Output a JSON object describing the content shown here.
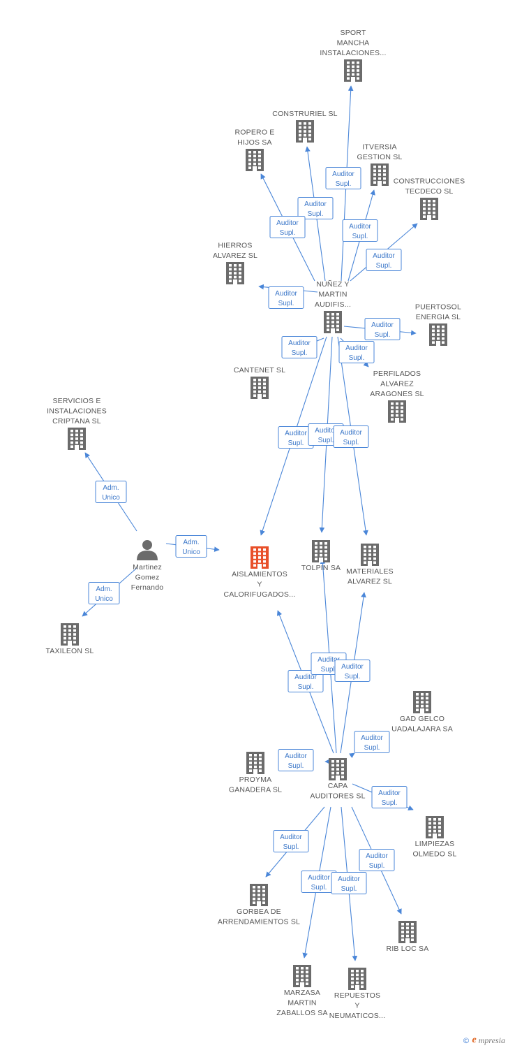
{
  "diagram": {
    "colors": {
      "edge": "#4a86d8",
      "building": "#6b6b6b",
      "focus_building": "#e8502a",
      "person": "#6b6b6b",
      "label": "#555555"
    },
    "nodes": [
      {
        "id": "sport",
        "kind": "company",
        "label": [
          "SPORT",
          "MANCHA",
          "INSTALACIONES..."
        ]
      },
      {
        "id": "construriel",
        "kind": "company",
        "label": [
          "CONSTRURIEL SL"
        ]
      },
      {
        "id": "ropero",
        "kind": "company",
        "label": [
          "ROPERO E",
          "HIJOS SA"
        ]
      },
      {
        "id": "itversia",
        "kind": "company",
        "label": [
          "ITVERSIA",
          "GESTION  SL"
        ]
      },
      {
        "id": "tecdeco",
        "kind": "company",
        "label": [
          "CONSTRUCCIONES",
          "TECDECO SL"
        ]
      },
      {
        "id": "hierros",
        "kind": "company",
        "label": [
          "HIERROS",
          "ALVAREZ SL"
        ]
      },
      {
        "id": "nunez",
        "kind": "company",
        "label": [
          "NUÑEZ Y",
          "MARTIN",
          "AUDIFIS..."
        ]
      },
      {
        "id": "puertosol",
        "kind": "company",
        "label": [
          "PUERTOSOL",
          "ENERGIA SL"
        ]
      },
      {
        "id": "cantenet",
        "kind": "company",
        "label": [
          "CANTENET SL"
        ]
      },
      {
        "id": "perfilados",
        "kind": "company",
        "label": [
          "PERFILADOS",
          "ALVAREZ",
          "ARAGONES SL"
        ]
      },
      {
        "id": "servicios",
        "kind": "company",
        "label": [
          "SERVICIOS E",
          "INSTALACIONES",
          "CRIPTANA SL"
        ]
      },
      {
        "id": "martinez",
        "kind": "person",
        "label": [
          "Martinez",
          "Gomez",
          "Fernando"
        ]
      },
      {
        "id": "aislamientos",
        "kind": "focus",
        "label": [
          "AISLAMIENTOS",
          "Y",
          "CALORIFUGADOS..."
        ]
      },
      {
        "id": "tolpin",
        "kind": "company",
        "label": [
          "TOLPIN SA"
        ]
      },
      {
        "id": "materiales",
        "kind": "company",
        "label": [
          "MATERIALES",
          "ALVAREZ SL"
        ]
      },
      {
        "id": "taxileon",
        "kind": "company",
        "label": [
          "TAXILEON SL"
        ]
      },
      {
        "id": "gadgelco",
        "kind": "company",
        "label": [
          "GAD GELCO",
          "UADALAJARA SA"
        ]
      },
      {
        "id": "proyma",
        "kind": "company",
        "label": [
          "PROYMA",
          "GANADERA SL"
        ]
      },
      {
        "id": "capa",
        "kind": "company",
        "label": [
          "CAPA",
          "AUDITORES  SL"
        ]
      },
      {
        "id": "limpiezas",
        "kind": "company",
        "label": [
          "LIMPIEZAS",
          "OLMEDO SL"
        ]
      },
      {
        "id": "gorbea",
        "kind": "company",
        "label": [
          "GORBEA DE",
          "ARRENDAMIENTOS SL"
        ]
      },
      {
        "id": "ribloc",
        "kind": "company",
        "label": [
          "RIB LOC SA"
        ]
      },
      {
        "id": "marzasa",
        "kind": "company",
        "label": [
          "MARZASA",
          "MARTIN",
          "ZABALLOS SA"
        ]
      },
      {
        "id": "repuestos",
        "kind": "company",
        "label": [
          "REPUESTOS",
          "Y",
          "NEUMATICOS..."
        ]
      }
    ],
    "edges": [
      {
        "from": "nunez",
        "to": "sport",
        "role": [
          "Auditor",
          "Supl."
        ]
      },
      {
        "from": "nunez",
        "to": "construriel",
        "role": [
          "Auditor",
          "Supl."
        ]
      },
      {
        "from": "nunez",
        "to": "ropero",
        "role": [
          "Auditor",
          "Supl."
        ]
      },
      {
        "from": "nunez",
        "to": "itversia",
        "role": [
          "Auditor",
          "Supl."
        ]
      },
      {
        "from": "nunez",
        "to": "tecdeco",
        "role": [
          "Auditor",
          "Supl."
        ]
      },
      {
        "from": "nunez",
        "to": "hierros",
        "role": [
          "Auditor",
          "Supl."
        ]
      },
      {
        "from": "nunez",
        "to": "puertosol",
        "role": [
          "Auditor",
          "Supl."
        ]
      },
      {
        "from": "nunez",
        "to": "cantenet",
        "role": [
          "Auditor",
          "Supl."
        ]
      },
      {
        "from": "nunez",
        "to": "perfilados",
        "role": [
          "Auditor",
          "Supl."
        ]
      },
      {
        "from": "nunez",
        "to": "aislamientos",
        "role": [
          "Auditor",
          "Supl."
        ]
      },
      {
        "from": "nunez",
        "to": "tolpin",
        "role": [
          "Auditor",
          "Supl."
        ]
      },
      {
        "from": "nunez",
        "to": "materiales",
        "role": [
          "Auditor",
          "Supl."
        ]
      },
      {
        "from": "martinez",
        "to": "servicios",
        "role": [
          "Adm.",
          "Unico"
        ]
      },
      {
        "from": "martinez",
        "to": "aislamientos",
        "role": [
          "Adm.",
          "Unico"
        ]
      },
      {
        "from": "martinez",
        "to": "taxileon",
        "role": [
          "Adm.",
          "Unico"
        ]
      },
      {
        "from": "capa",
        "to": "aislamientos",
        "role": [
          "Auditor",
          "Supl."
        ]
      },
      {
        "from": "capa",
        "to": "tolpin",
        "role": [
          "Auditor",
          "Supl."
        ]
      },
      {
        "from": "capa",
        "to": "materiales",
        "role": [
          "Auditor",
          "Supl."
        ]
      },
      {
        "from": "capa",
        "to": "gadgelco",
        "role": [
          "Auditor",
          "Supl."
        ]
      },
      {
        "from": "capa",
        "to": "proyma",
        "role": [
          "Auditor",
          "Supl."
        ]
      },
      {
        "from": "capa",
        "to": "limpiezas",
        "role": [
          "Auditor",
          "Supl."
        ]
      },
      {
        "from": "capa",
        "to": "gorbea",
        "role": [
          "Auditor",
          "Supl."
        ]
      },
      {
        "from": "capa",
        "to": "ribloc",
        "role": [
          "Auditor",
          "Supl."
        ]
      },
      {
        "from": "capa",
        "to": "marzasa",
        "role": [
          "Auditor",
          "Supl."
        ]
      },
      {
        "from": "capa",
        "to": "repuestos",
        "role": [
          "Auditor",
          "Supl."
        ]
      }
    ]
  },
  "brand": {
    "copyright_symbol": "©",
    "initial": "e",
    "rest": "mpresia"
  }
}
